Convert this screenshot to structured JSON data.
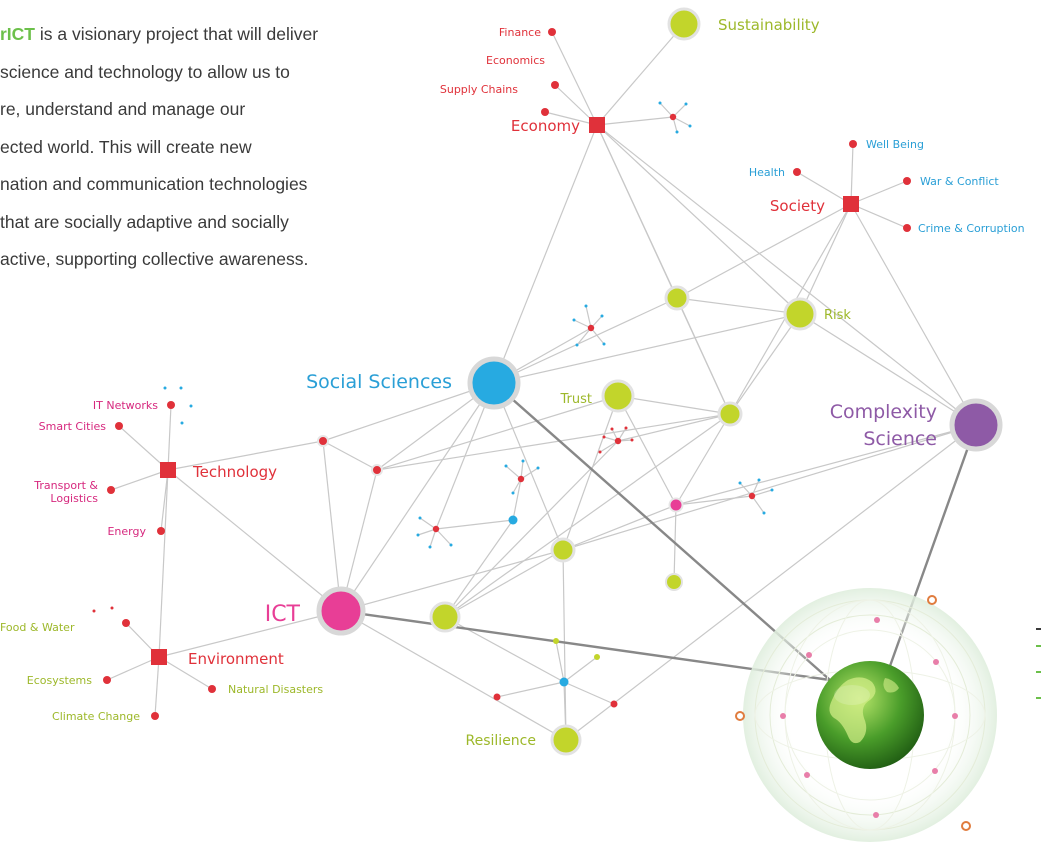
{
  "intro": {
    "brand": "rICT",
    "text_after_brand": " is a visionary project that will deliver",
    "lines": [
      "science and technology to allow us to",
      "re, understand and manage our",
      "ected world. This will create new",
      "nation and communication technologies",
      " that are socially adaptive and socially",
      "active, supporting collective awareness."
    ]
  },
  "nodes": {
    "sustainability": "Sustainability",
    "economy": "Economy",
    "finance": "Finance",
    "economics": "Economics",
    "supply_chains": "Supply Chains",
    "society": "Society",
    "well_being": "Well Being",
    "health": "Health",
    "war_conflict": "War & Conflict",
    "crime_corruption": "Crime & Corruption",
    "risk": "Risk",
    "social_sciences": "Social Sciences",
    "trust": "Trust",
    "complexity_science_1": "Complexity",
    "complexity_science_2": "Science",
    "technology": "Technology",
    "it_networks": "IT Networks",
    "smart_cities": "Smart Cities",
    "transport_1": "Transport &",
    "transport_2": "Logistics",
    "energy": "Energy",
    "ict": "ICT",
    "environment": "Environment",
    "food_water": "Food & Water",
    "ecosystems": "Ecosystems",
    "natural_disasters": "Natural Disasters",
    "climate_change": "Climate Change",
    "resilience": "Resilience"
  },
  "colors": {
    "red": "#e0313a",
    "green": "#c2d52b",
    "blue": "#27aae1",
    "magenta": "#e83e96",
    "purple": "#8e5aa6",
    "social_label": "#2a9fd6",
    "complexity_label": "#8e5aa6",
    "green_label": "#9db82a",
    "red_label": "#e0313a",
    "magenta_label": "#d6287e",
    "blue_label": "#2a9fd6",
    "brand": "#6cc04a"
  },
  "icons": [
    "globe-icon",
    "square-hub-marker",
    "circle-node-marker"
  ]
}
